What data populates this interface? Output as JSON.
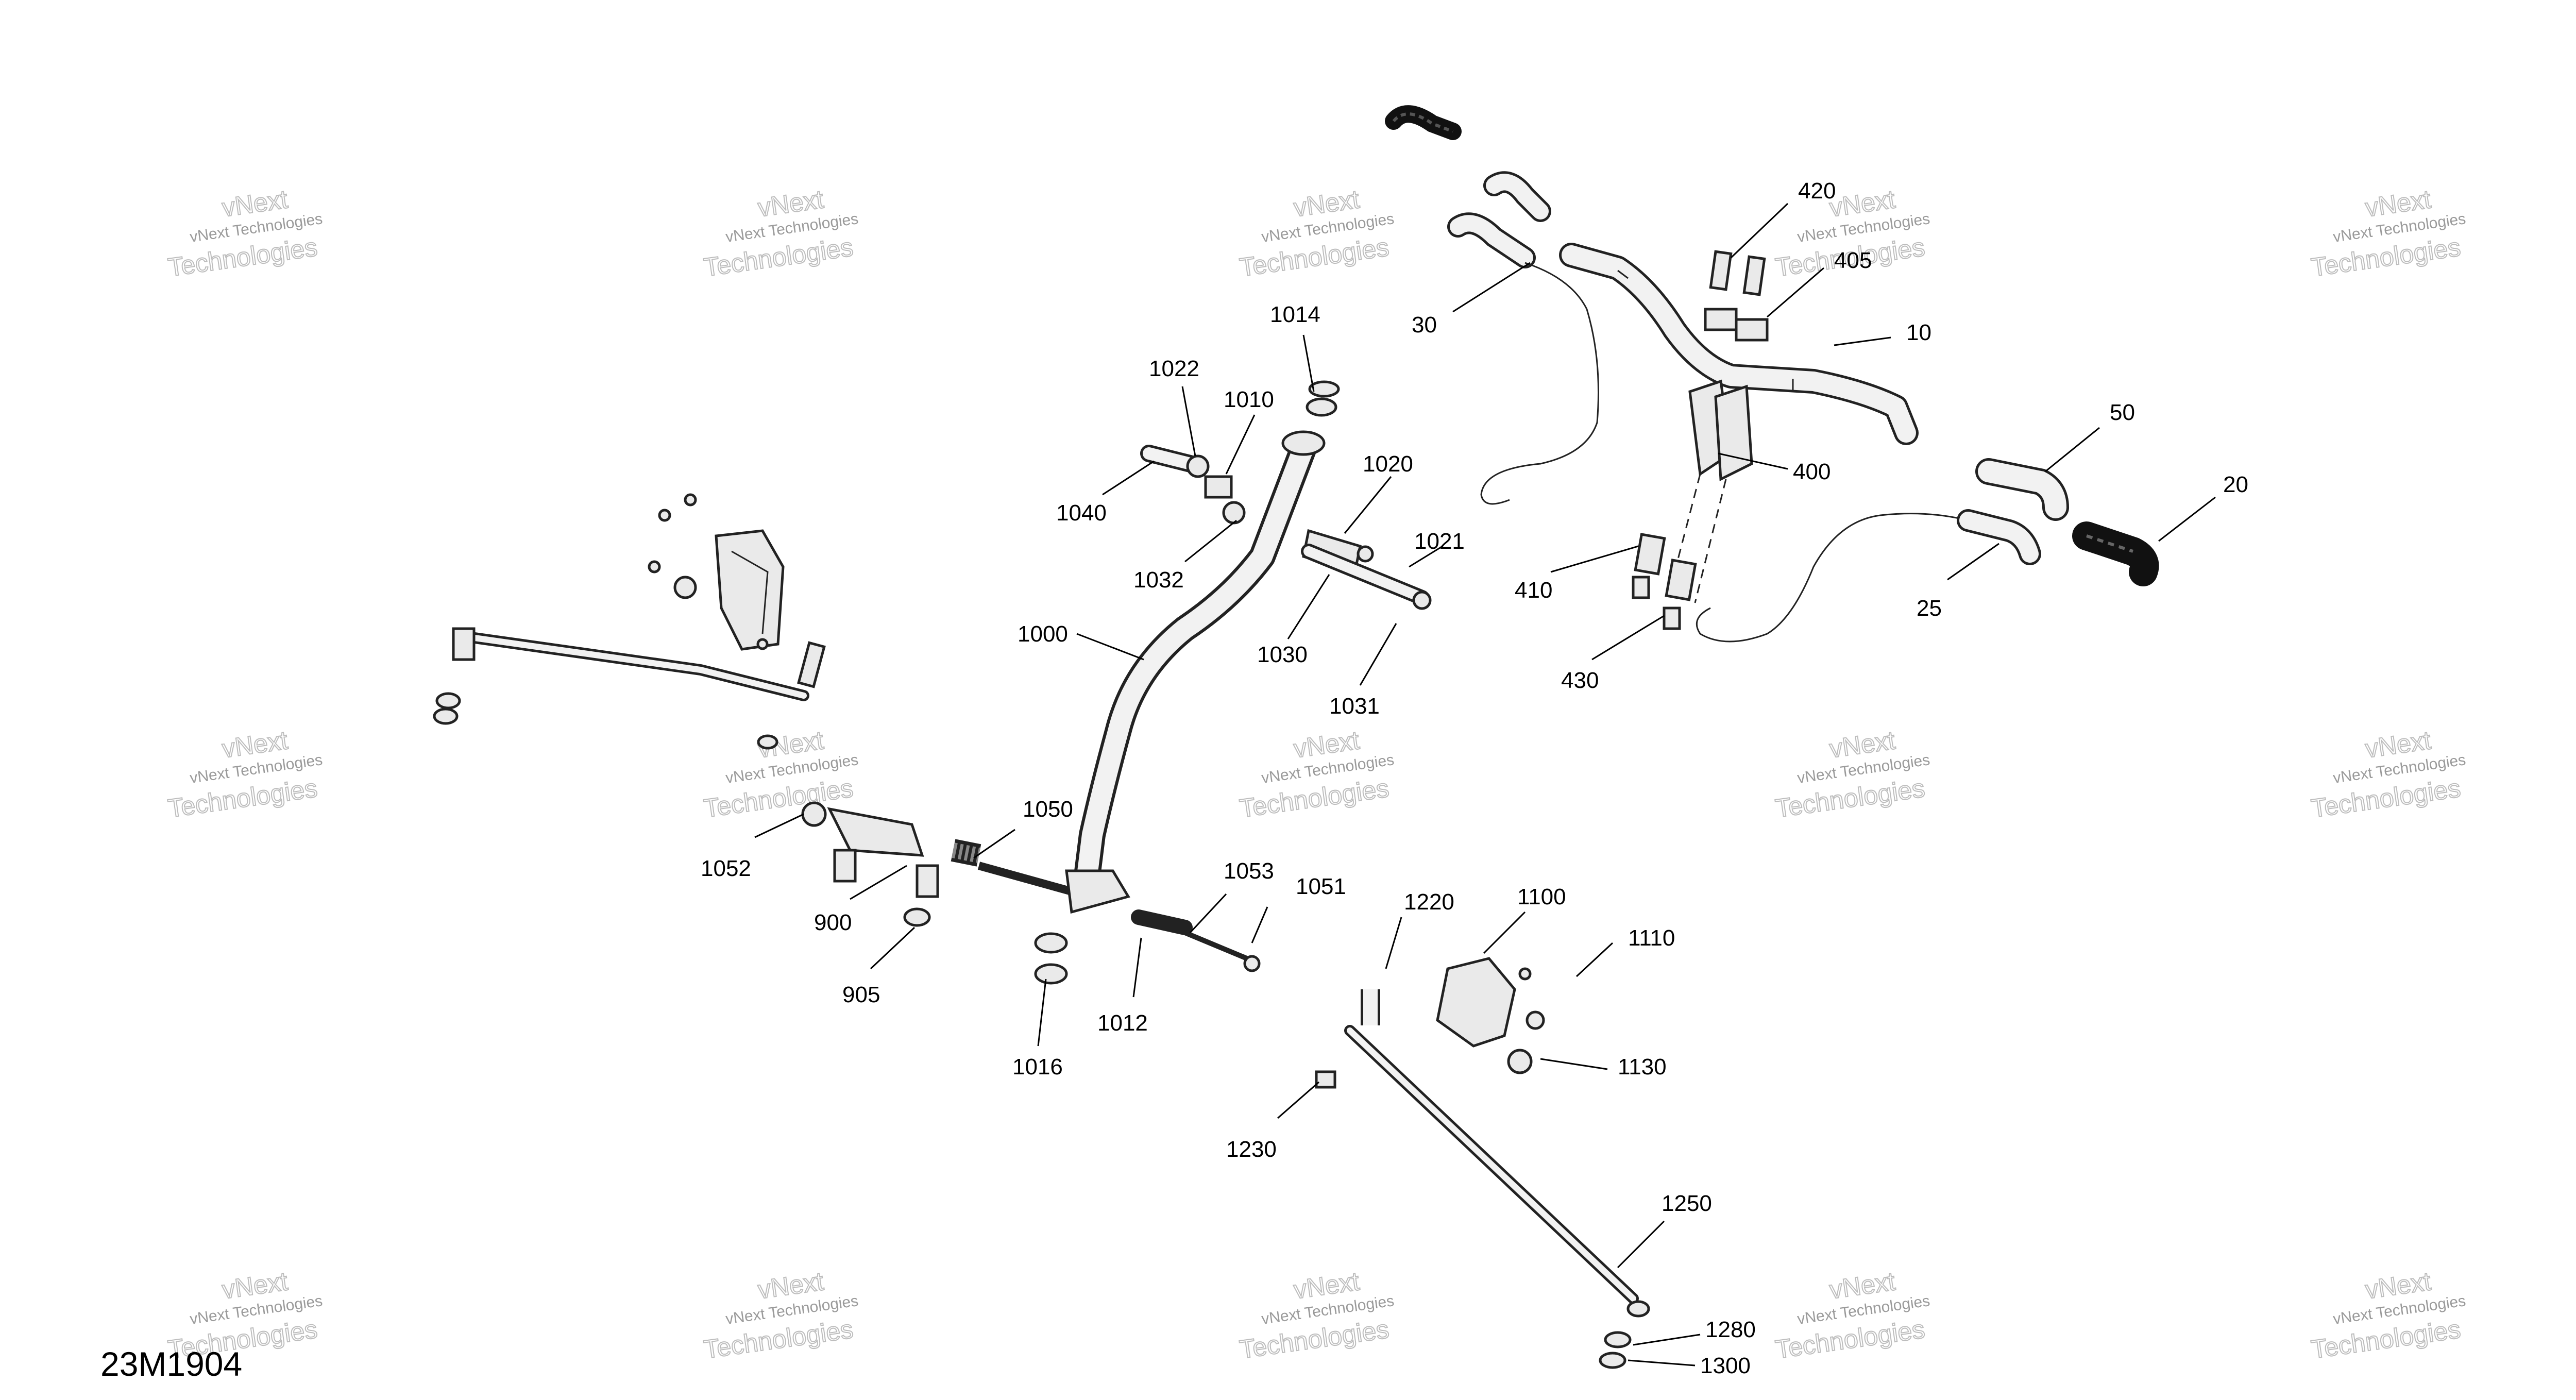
{
  "drawing_code": "23M1904",
  "watermark": {
    "line1": "vNext Technologies",
    "line2": "Technologies",
    "mark": "vNext"
  },
  "callouts": [
    {
      "id": "30",
      "text": "30"
    },
    {
      "id": "420",
      "text": "420"
    },
    {
      "id": "405",
      "text": "405"
    },
    {
      "id": "10",
      "text": "10"
    },
    {
      "id": "1014",
      "text": "1014"
    },
    {
      "id": "1022",
      "text": "1022"
    },
    {
      "id": "1010",
      "text": "1010"
    },
    {
      "id": "1020",
      "text": "1020"
    },
    {
      "id": "1040",
      "text": "1040"
    },
    {
      "id": "1021",
      "text": "1021"
    },
    {
      "id": "1032",
      "text": "1032"
    },
    {
      "id": "1030",
      "text": "1030"
    },
    {
      "id": "1031",
      "text": "1031"
    },
    {
      "id": "1000",
      "text": "1000"
    },
    {
      "id": "400",
      "text": "400"
    },
    {
      "id": "410",
      "text": "410"
    },
    {
      "id": "430",
      "text": "430"
    },
    {
      "id": "50",
      "text": "50"
    },
    {
      "id": "20",
      "text": "20"
    },
    {
      "id": "25",
      "text": "25"
    },
    {
      "id": "1050",
      "text": "1050"
    },
    {
      "id": "1052",
      "text": "1052"
    },
    {
      "id": "900",
      "text": "900"
    },
    {
      "id": "905",
      "text": "905"
    },
    {
      "id": "1053",
      "text": "1053"
    },
    {
      "id": "1051",
      "text": "1051"
    },
    {
      "id": "1012",
      "text": "1012"
    },
    {
      "id": "1016",
      "text": "1016"
    },
    {
      "id": "1220",
      "text": "1220"
    },
    {
      "id": "1100",
      "text": "1100"
    },
    {
      "id": "1110",
      "text": "1110"
    },
    {
      "id": "1130",
      "text": "1130"
    },
    {
      "id": "1230",
      "text": "1230"
    },
    {
      "id": "1250",
      "text": "1250"
    },
    {
      "id": "1280",
      "text": "1280"
    },
    {
      "id": "1300",
      "text": "1300"
    }
  ]
}
